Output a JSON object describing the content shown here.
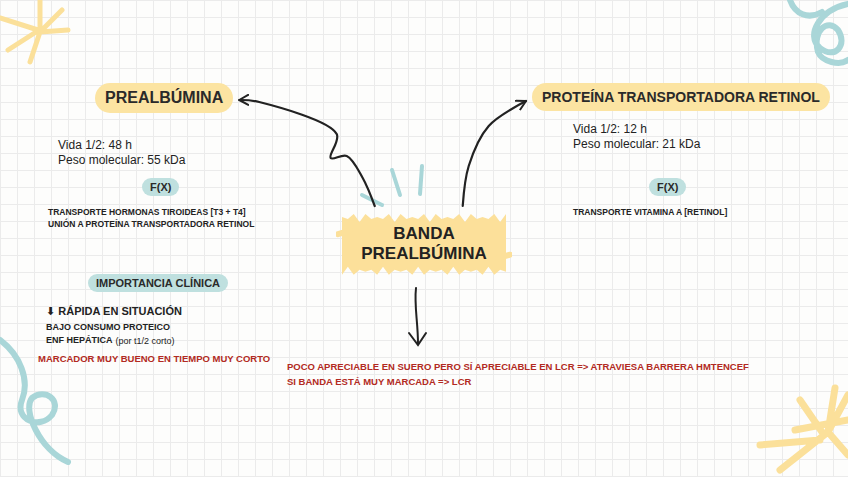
{
  "diagram": {
    "nodes": [
      {
        "text": [
          "PREALBÚMINA"
        ]
      },
      {
        "text": [
          "PROTEÍNA TRANSPORTADORA RETINOL"
        ]
      },
      {
        "text": [
          "F(X)"
        ]
      },
      {
        "text": [
          "F(X)"
        ]
      },
      {
        "text": [
          "BANDA PREALBÚMINA"
        ]
      },
      {
        "text": [
          "IMPORTANCIA CLÍNICA"
        ]
      }
    ],
    "edges": [
      {
        "from": 4,
        "to": 0,
        "arrow": "to"
      },
      {
        "from": 4,
        "to": 1,
        "arrow": "to"
      }
    ],
    "labels": [
      "Vida 1/2: 48 h",
      "Peso molecular: 55 kDa",
      "TRANSPORTE HORMONAS TIROIDEAS [T3 + T4]",
      "UNIÓN A PROTEÍNA TRANSPORTADORA RETINOL",
      "⬇ RÁPIDA EN SITUACIÓN",
      "BAJO CONSUMO PROTEICO",
      "ENF HEPÁTICA",
      "(por t1/2 corto)",
      "MARCADOR MUY BUENO EN TIEMPO MUY CORTO",
      "Vida 1/2: 12 h",
      "Peso molecular: 21 kDa",
      "TRANSPORTE VITAMINA A [RETINOL]",
      "POCO APRECIABLE EN SUERO PERO SÍ APRECIABLE EN LCR => ATRAVIESA BARRERA HMTENCEF",
      "SI BANDA ESTÁ MUY MARCADA => LCR"
    ]
  }
}
